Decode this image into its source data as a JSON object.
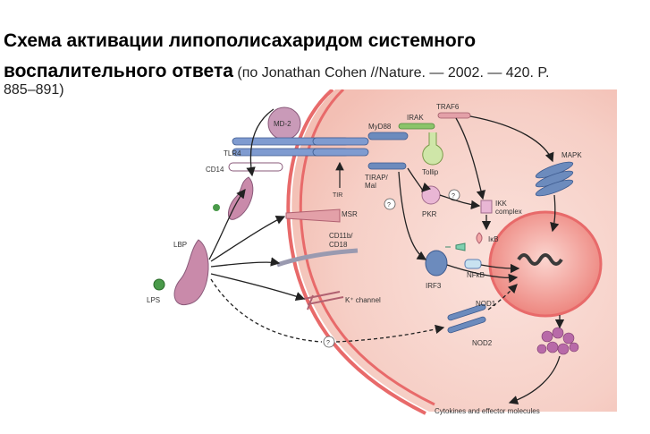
{
  "title": {
    "main_part1": "Схема активации ",
    "main_spell": "липополисахаридом",
    "main_part2": " системного",
    "main_line2": "воспалительного ответа",
    "ref_open": " (по ",
    "ref_author": "Jonathan Cohen",
    "ref_sep": " //",
    "ref_journal": "Nature.",
    "ref_rest": " — 2002. — 420. P.",
    "ref_pages": "885–891)"
  },
  "labels": {
    "md2": "MD-2",
    "tlr4": "TLR4",
    "cd14": "CD14",
    "myd88": "MyD88",
    "irak": "IRAK",
    "traf6": "TRAF6",
    "tollip": "Tollip",
    "mapk": "MAPK",
    "tirap": "TIRAP/",
    "mal": "Mal",
    "tir": "TIR",
    "msr": "MSR",
    "pkr": "PKR",
    "ikk1": "IKK",
    "ikk2": "complex",
    "ikb": "IκB",
    "nfkb": "NFκB",
    "cd11b": "CD11b/",
    "cd18": "CD18",
    "irf3": "IRF3",
    "lbp": "LBP",
    "lps": "LPS",
    "kchannel": "K⁺ channel",
    "nod1": "NOD1",
    "nod2": "NOD2",
    "q": "?",
    "cytokines": "Cytokines and effector molecules"
  },
  "colors": {
    "membrane": "#e8686a",
    "cytoplasm": "#f6d3cc",
    "nucleus": "#f08a84",
    "purple": "#b57a9a",
    "blue": "#5b7fb4",
    "green": "#8bc46a"
  }
}
